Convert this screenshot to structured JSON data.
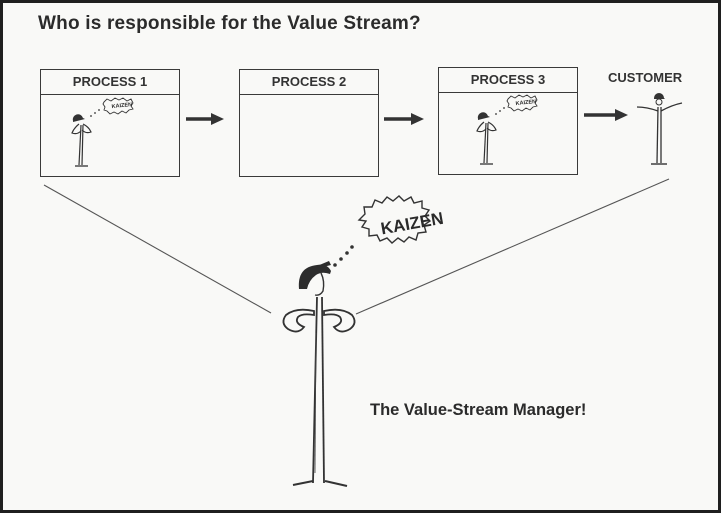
{
  "title": "Who is responsible for the Value Stream?",
  "processes": [
    {
      "label": "PROCESS 1",
      "bubble": "KAIZEN"
    },
    {
      "label": "PROCESS 2",
      "bubble": ""
    },
    {
      "label": "PROCESS 3",
      "bubble": "KAIZEN"
    }
  ],
  "customer": {
    "label": "CUSTOMER"
  },
  "manager": {
    "bubble": "KAIZEN",
    "label": "The Value-Stream Manager!"
  }
}
